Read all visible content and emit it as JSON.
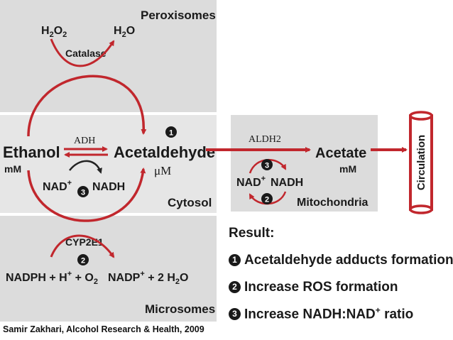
{
  "colors": {
    "arrow_red": "#c1272d",
    "region_gray": "#dcdcdc",
    "cytosol_gray": "#e6e6e6",
    "text": "#1a1a1a"
  },
  "regions": {
    "peroxisomes": "Peroxisomes",
    "cytosol": "Cytosol",
    "mitochondria": "Mitochondria",
    "microsomes": "Microsomes",
    "circulation": "Circulation"
  },
  "molecules": {
    "h2o2": {
      "base": "H",
      "sub1": "2",
      "mid": "O",
      "sub2": "2"
    },
    "h2o": {
      "base": "H",
      "sub1": "2",
      "mid": "O"
    },
    "ethanol": "Ethanol",
    "ethanol_unit": "mM",
    "acetaldehyde": "Acetaldehyde",
    "acetaldehyde_unit": "μM",
    "acetate": "Acetate",
    "acetate_unit": "mM",
    "nad_plus": {
      "base": "NAD",
      "sup": "+"
    },
    "nadh": "NADH",
    "nadph_eq": {
      "p1": "NADPH + H",
      "sup1": "+",
      "p2": " + O",
      "sub1": "2"
    },
    "nadp_eq": {
      "p1": "NADP",
      "sup1": "+",
      "p2": " + 2 H",
      "sub1": "2",
      "p3": "O"
    }
  },
  "enzymes": {
    "catalase": "Catalase",
    "adh": "ADH",
    "aldh2": "ALDH2",
    "cyp2e1": "CYP2E1"
  },
  "markers": {
    "one": "1",
    "two": "2",
    "three": "3"
  },
  "result": {
    "title": "Result:",
    "items": [
      {
        "num": "1",
        "text": "Acetaldehyde adducts formation"
      },
      {
        "num": "2",
        "text": "Increase ROS formation"
      },
      {
        "num": "3",
        "text": "Increase NADH:NAD",
        "sup": "+",
        "tail": " ratio"
      }
    ]
  },
  "citation": "Samir Zakhari, Alcohol Research & Health, 2009"
}
